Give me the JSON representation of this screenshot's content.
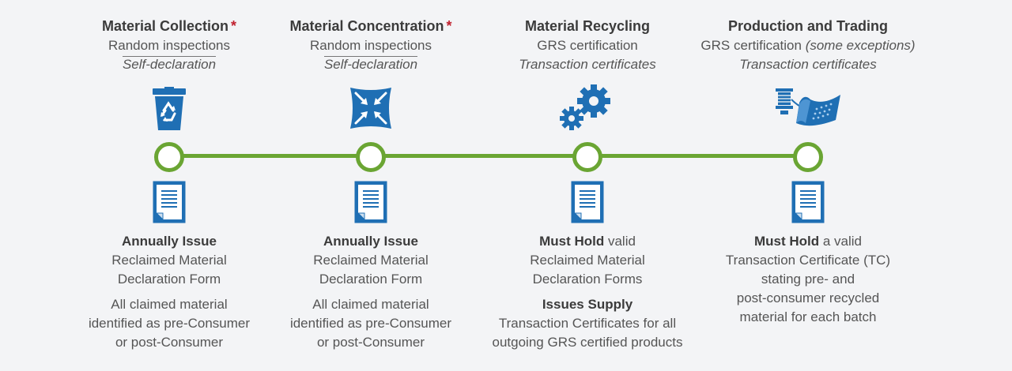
{
  "stages": [
    {
      "title": "Material Collection",
      "star": "*",
      "sub1": "Random inspections",
      "sub2": "Self-declaration",
      "icon": "recycle-bin-icon",
      "bottom": {
        "heading_strong": "Annually Issue",
        "heading_rest": "",
        "lines": [
          "Reclaimed Material",
          "Declaration Form"
        ],
        "para": [
          "All claimed material",
          "identified as pre-Consumer",
          "or post-Consumer"
        ]
      }
    },
    {
      "title": "Material Concentration",
      "star": "*",
      "sub1": "Random inspections",
      "sub2": "Self-declaration",
      "icon": "compress-arrows-icon",
      "bottom": {
        "heading_strong": "Annually Issue",
        "heading_rest": "",
        "lines": [
          "Reclaimed Material",
          "Declaration Form"
        ],
        "para": [
          "All claimed material",
          "identified as pre-Consumer",
          "or post-Consumer"
        ]
      }
    },
    {
      "title": "Material Recycling",
      "star": "",
      "sub1": "GRS certification",
      "sub2": "Transaction certificates",
      "icon": "gears-icon",
      "bottom": {
        "heading_strong": "Must Hold",
        "heading_rest": " valid",
        "lines": [
          "Reclaimed Material",
          "Declaration Forms"
        ],
        "para_strong": "Issues Supply",
        "para": [
          "Transaction Certificates for all",
          "outgoing GRS certified products"
        ]
      }
    },
    {
      "title": "Production and Trading",
      "star": "",
      "sub1_main": "GRS certification ",
      "sub1_paren": "(some exceptions)",
      "sub2": "Transaction certificates",
      "icon": "thread-fabric-icon",
      "bottom": {
        "heading_strong": "Must Hold",
        "heading_rest": " a valid",
        "lines": [
          "Transaction Certificate (TC)",
          "stating pre- and",
          "post-consumer recycled",
          "material for each batch"
        ]
      }
    }
  ],
  "colors": {
    "accent_blue": "#1f6fb4",
    "timeline_green": "#6aa533",
    "star_red": "#c0202e"
  }
}
